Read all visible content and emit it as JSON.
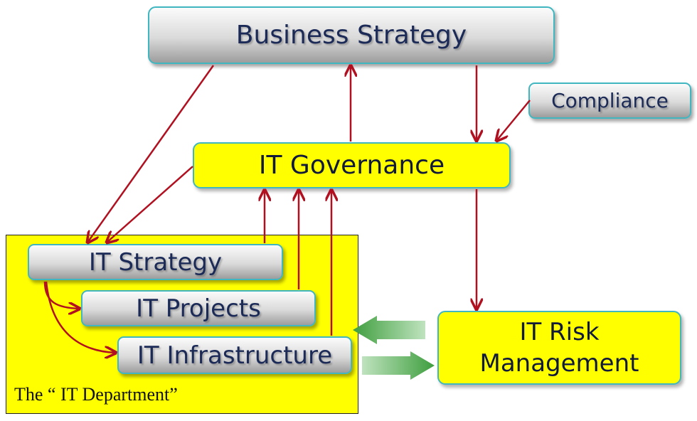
{
  "nodes": {
    "business_strategy": "Business Strategy",
    "compliance": "Compliance",
    "it_governance": "IT Governance",
    "it_strategy": "IT Strategy",
    "it_projects": "IT Projects",
    "it_infrastructure": "IT Infrastructure",
    "it_risk_management_line1": "IT Risk",
    "it_risk_management_line2": "Management"
  },
  "department_label": "The “ IT Department”",
  "colors": {
    "arrow": "#b01020",
    "box_border": "#3fb6c0",
    "highlight": "#ffff00",
    "text": "#1b2a57",
    "exchange_arrow": "#7cc27c"
  }
}
